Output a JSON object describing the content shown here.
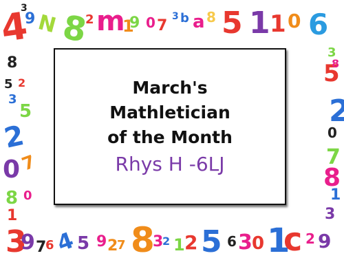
{
  "poster": {
    "title_lines": [
      "March's",
      "Mathletician",
      "of the Month"
    ],
    "winner": "Rhys H -6LJ"
  },
  "colors": {
    "winner_text": "#7a3aa8",
    "panel_border": "#111111"
  },
  "decoration": {
    "icon": "colorful-number-border"
  }
}
